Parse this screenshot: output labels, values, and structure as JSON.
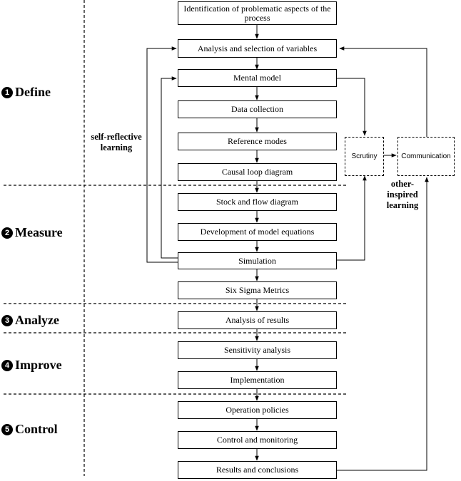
{
  "phases": [
    {
      "num": "1",
      "label": "Define"
    },
    {
      "num": "2",
      "label": "Measure"
    },
    {
      "num": "3",
      "label": "Analyze"
    },
    {
      "num": "4",
      "label": "Improve"
    },
    {
      "num": "5",
      "label": "Control"
    }
  ],
  "steps": {
    "identification": "Identification of problematic aspects of the process",
    "analysis_selection": "Analysis and selection of variables",
    "mental_model": "Mental model",
    "data_collection": "Data collection",
    "reference_modes": "Reference modes",
    "causal_loop": "Causal loop diagram",
    "stock_flow": "Stock and flow diagram",
    "model_equations": "Development of model equations",
    "simulation": "Simulation",
    "six_sigma": "Six Sigma Metrics",
    "analysis_results": "Analysis of results",
    "sensitivity": "Sensitivity analysis",
    "implementation": "Implementation",
    "operation_policies": "Operation policies",
    "control_monitoring": "Control and monitoring",
    "results_conclusions": "Results and conclusions"
  },
  "side_boxes": {
    "scrutiny": "Scrutiny",
    "communication": "Communication"
  },
  "notes": {
    "self_reflective": "self-reflective learning",
    "other_inspired": "other-inspired learning"
  }
}
